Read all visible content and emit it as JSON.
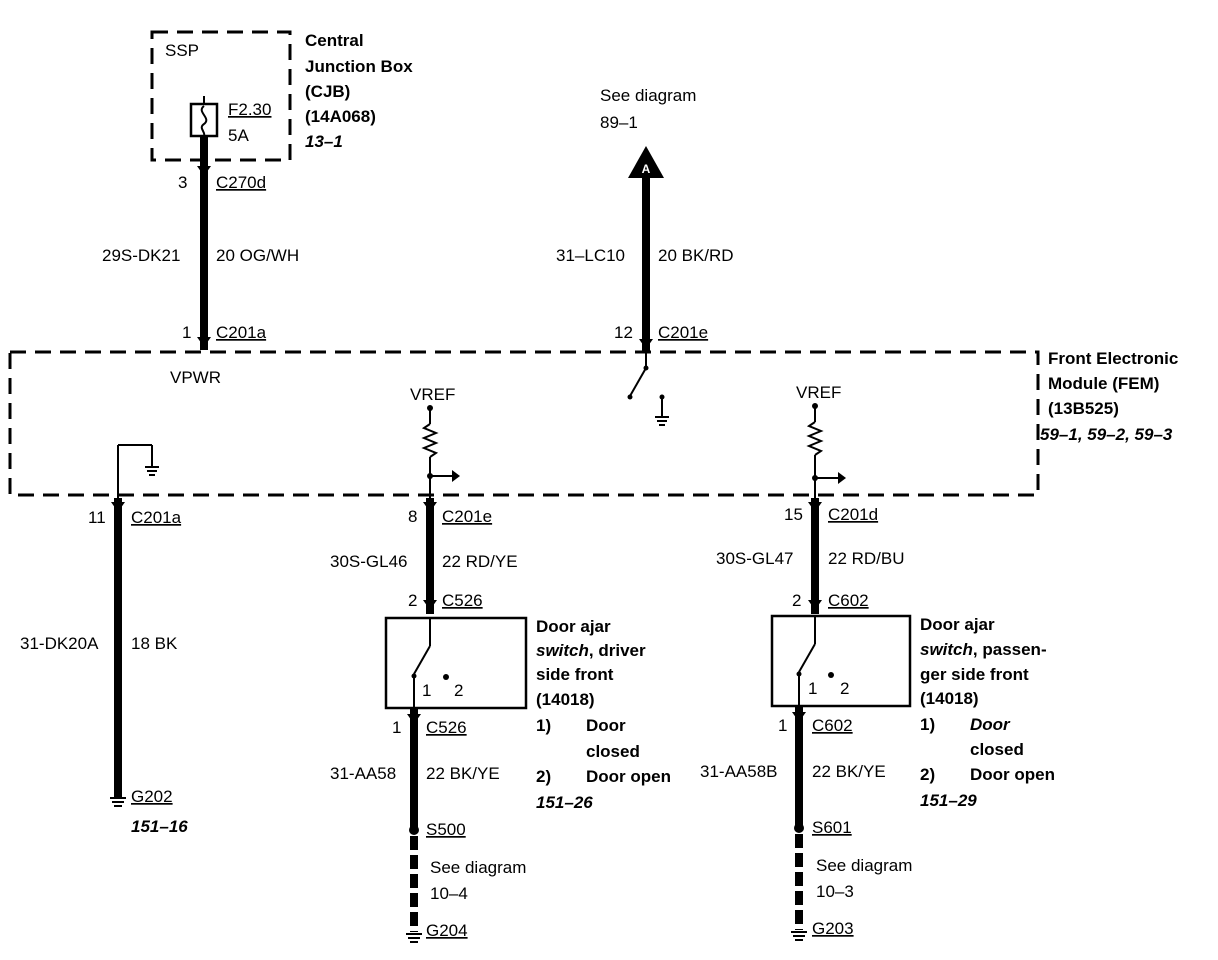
{
  "cjb": {
    "tag": "SSP",
    "fuse": "F2.30",
    "rating": "5A",
    "name_line1": "Central",
    "name_line2": "Junction Box",
    "name_line3": "(CJB)",
    "part": "(14A068)",
    "ref": "13–1"
  },
  "feed": {
    "pin_top": "3",
    "conn_top": "C270d",
    "circuit": "29S-DK21",
    "gauge": "20 OG/WH",
    "pin_bottom": "1",
    "conn_bottom": "C201a",
    "signal": "VPWR"
  },
  "offpage": {
    "see": "See diagram",
    "ref": "89–1",
    "marker": "A",
    "circuit": "31–LC10",
    "gauge": "20 BK/RD",
    "pin": "12",
    "conn": "C201e"
  },
  "fem": {
    "line1": "Front Electronic",
    "line2": "Module (FEM)",
    "part": "(13B525)",
    "refs": "59–1, 59–2, 59–3"
  },
  "ground_left": {
    "pin": "11",
    "conn": "C201a",
    "circuit": "31-DK20A",
    "gauge": "18 BK",
    "ground": "G202",
    "ref": "151–16"
  },
  "driver": {
    "vref": "VREF",
    "pin": "8",
    "conn": "C201e",
    "circuit": "30S-GL46",
    "gauge": "22 RD/YE",
    "sw_pin_in": "2",
    "sw_conn_in": "C526",
    "sw_name1": "Door ajar",
    "sw_name2a": "switch",
    "sw_name2b": ", driver",
    "sw_name3": "side front",
    "sw_part": "(14018)",
    "contact1": "1",
    "contact2": "2",
    "out_pin": "1",
    "out_conn": "C526",
    "state1_num": "1)",
    "state1_a": "Door",
    "state1_b": "closed",
    "state2_num": "2)",
    "state2": "Door open",
    "ref": "151–26",
    "out_circuit": "31-AA58",
    "out_gauge": "22 BK/YE",
    "splice": "S500",
    "see": "See diagram",
    "see_ref": "10–4",
    "ground": "G204"
  },
  "passenger": {
    "vref": "VREF",
    "pin": "15",
    "conn": "C201d",
    "circuit": "30S-GL47",
    "gauge": "22 RD/BU",
    "sw_pin_in": "2",
    "sw_conn_in": "C602",
    "sw_name1": "Door ajar",
    "sw_name2a": "switch",
    "sw_name2b": ", passen-",
    "sw_name3": "ger side front",
    "sw_part": "(14018)",
    "contact1": "1",
    "contact2": "2",
    "out_pin": "1",
    "out_conn": "C602",
    "state1_num": "1)",
    "state1_a": "Door",
    "state1_b": "closed",
    "state2_num": "2)",
    "state2": "Door open",
    "ref": "151–29",
    "out_circuit": "31-AA58B",
    "out_gauge": "22 BK/YE",
    "splice": "S601",
    "see": "See diagram",
    "see_ref": "10–3",
    "ground": "G203"
  }
}
